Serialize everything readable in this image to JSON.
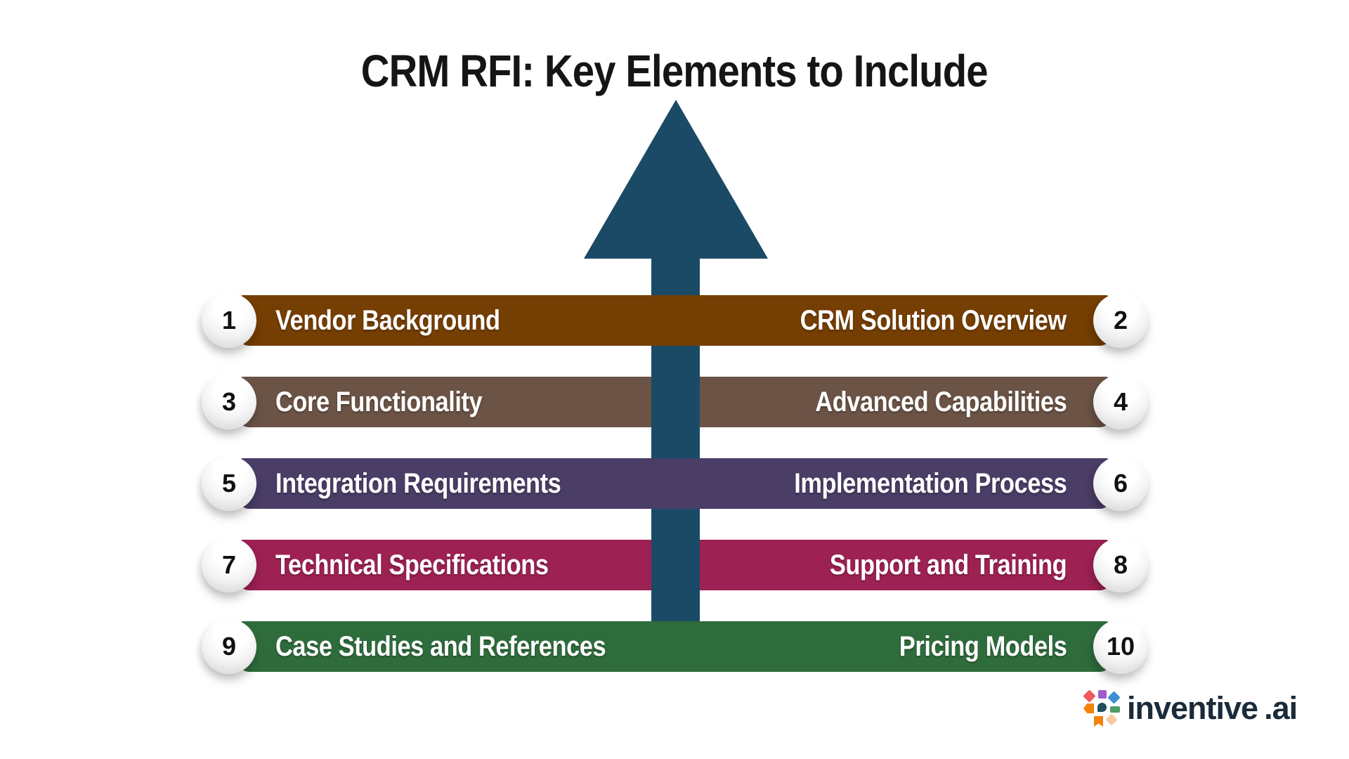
{
  "title": "CRM RFI: Key Elements to Include",
  "arrow": {
    "description": "upward-arrow",
    "color": "#1B4A66"
  },
  "rows": [
    {
      "left_number": "1",
      "left_label": "Vendor Background",
      "right_label": "CRM Solution Overview",
      "right_number": "2",
      "color": "#753E02"
    },
    {
      "left_number": "3",
      "left_label": "Core Functionality",
      "right_label": "Advanced Capabilities",
      "right_number": "4",
      "color": "#6B5345"
    },
    {
      "left_number": "5",
      "left_label": "Integration Requirements",
      "right_label": "Implementation Process",
      "right_number": "6",
      "color": "#4A3D66"
    },
    {
      "left_number": "7",
      "left_label": "Technical Specifications",
      "right_label": "Support and Training",
      "right_number": "8",
      "color": "#9D2153"
    },
    {
      "left_number": "9",
      "left_label": "Case Studies and References",
      "right_label": "Pricing Models",
      "right_number": "10",
      "color": "#2F6C3C"
    }
  ],
  "logo": {
    "name": "inventive",
    "suffix": ".ai",
    "text_color": "#1B2B3A"
  }
}
